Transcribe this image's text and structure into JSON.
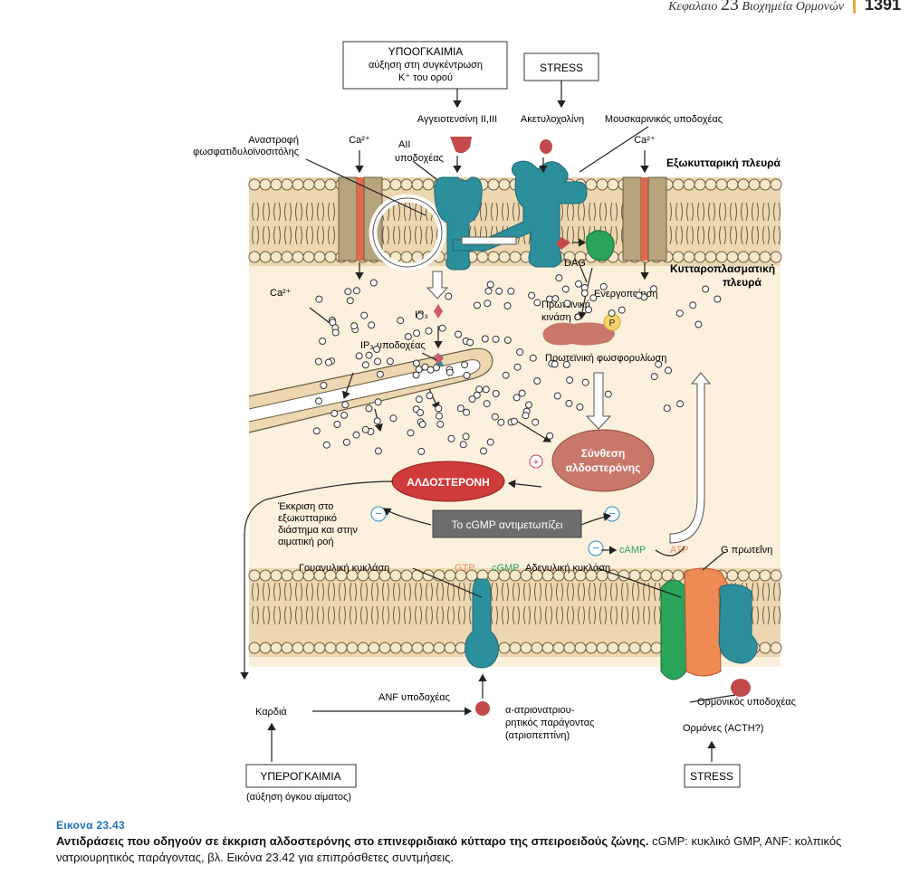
{
  "header": {
    "chapter_prefix": "Κεφαλαιο",
    "chapter_number": "23",
    "chapter_title": "Βιοχημεία Ορμονών",
    "page_number": "1391"
  },
  "labels": {
    "hypokalemia_title": "ΥΠΟΟΓΚΑΙΜΙΑ",
    "hypokalemia_line2": "αύξηση στη συγκέντρωση",
    "hypokalemia_line3": "K⁺ του ορού",
    "stress_top": "STRESS",
    "angiotensin": "Αγγειοτενσίνη ΙΙ,ΙΙΙ",
    "acetylcholine": "Ακετυλοχολίνη",
    "muscarinic": "Μουσκαρινικός υποδοχέας",
    "ca_left": "Ca²⁺",
    "ca_right": "Ca²⁺",
    "ca_inner": "Ca²⁺",
    "pi_turnover_1": "Αναστροφή",
    "pi_turnover_2": "φωσφατιδυλοϊνοσιτόλης",
    "aii_rec_1": "AII",
    "aii_rec_2": "υποδοχέας",
    "extracellular": "Εξωκυτταρική πλευρά",
    "cytoplasmic_1": "Κυτταροπλασματική",
    "cytoplasmic_2": "πλευρά",
    "dag": "DAG",
    "activation": "Ενεργοποίηση",
    "pkc_1": "Πρωτεϊνική",
    "pkc_2": "κινάση C",
    "p_label": "P",
    "ip3": "IP₃",
    "ip3_rec": "IP₃ υποδοχέας",
    "phosphorylation": "Πρωτεϊνική φωσφορυλίωση",
    "synthesis_1": "Σύνθεση",
    "synthesis_2": "αλδοστερόνης",
    "aldosterone": "ΑΛΔΟΣΤΕΡΟΝΗ",
    "plus": "+",
    "minus": "−",
    "secretion_1": "Έκκριση στο",
    "secretion_2": "εξωκυτταρικό",
    "secretion_3": "διάστημα και στην",
    "secretion_4": "αιματική ροή",
    "cgmp_counters": "Το cGMP αντιμετωπίζει",
    "camp": "cAMP",
    "atp": "ATP",
    "g_protein": "G πρωτεΐνη",
    "guanylyl": "Γουανυλική κυκλάση",
    "gtp": "GTP",
    "cgmp": "cGMP",
    "adenylyl": "Αδενυλική κυκλάση",
    "anf_rec": "ANF υποδοχέας",
    "hormone_rec": "Ορμονικός υποδοχέας",
    "heart": "Καρδιά",
    "anf_1": "α-ατριονατριου-",
    "anf_2": "ρητικός παράγοντας",
    "anf_3": "(ατριοπεπτίνη)",
    "hormones": "Ορμόνες (ACTH?)",
    "hypervolemia_1": "ΥΠΕΡΟΓΚΑΙΜΙΑ",
    "hypervolemia_2": "(αύξηση όγκου αίματος)",
    "stress_bottom": "STRESS"
  },
  "caption": {
    "figure": "Εικονα 23.43",
    "title": "Αντιδράσεις που οδηγούν σε έκκριση αλδοστερόνης στο επινεφριδιακό κύτταρο της σπειροειδούς ζώνης.",
    "body": " cGMP: κυκλικό GMP, ANF: κολπικός νατριουρητικός παράγοντας, βλ. Εικόνα 23.42 για επιπρόσθετες συντμήσεις."
  },
  "colors": {
    "cytoplasm": "#fbf0dc",
    "membrane": "#ecd7b0",
    "head_fill": "#f6e7c8",
    "lipid_line": "#6b5b45",
    "receptor": "#2c8f9c",
    "aldosterone_fill": "#cf3a3a",
    "synthesis_fill": "#c9776b",
    "green": "#2aa35b",
    "orange": "#f08a55",
    "minus": "#2a8ec7"
  }
}
